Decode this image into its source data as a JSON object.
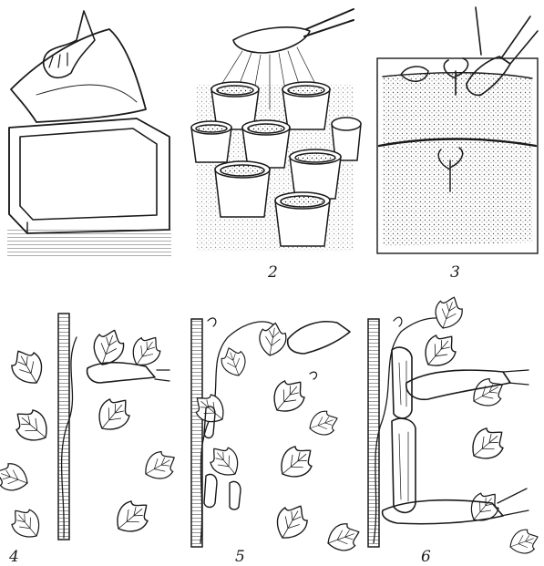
{
  "figure": {
    "ink_color": "#1a1a1a",
    "paper_color": "#ffffff",
    "panels": [
      {
        "id": "p1",
        "label": "",
        "subject": "tray-with-sprouting-seeds"
      },
      {
        "id": "p2",
        "label": "2",
        "subject": "watering-seedling-pots"
      },
      {
        "id": "p3",
        "label": "3",
        "subject": "transplanting-into-bed"
      },
      {
        "id": "p4",
        "label": "4",
        "subject": "tying-vine-to-stake"
      },
      {
        "id": "p5",
        "label": "5",
        "subject": "pinching-vine-shoots"
      },
      {
        "id": "p6",
        "label": "6",
        "subject": "harvesting-cucumbers"
      }
    ]
  }
}
